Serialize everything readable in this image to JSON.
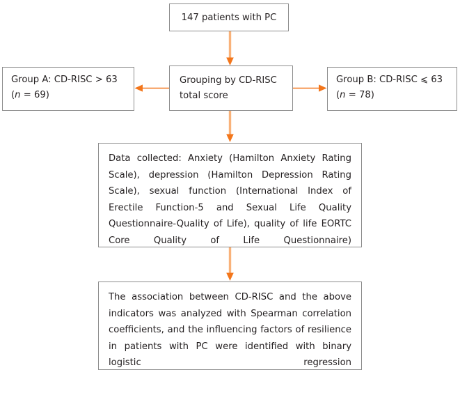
{
  "figure": {
    "type": "flowchart",
    "orientation": "top-to-bottom",
    "colors": {
      "box_border": "#8c8c8c",
      "box_fill": "#ffffff",
      "text": "#231f20",
      "connector_line": "#f9b27a",
      "arrow_head": "#f3761b"
    }
  },
  "nodes": {
    "top": {
      "id": "cohort",
      "text": "147 patients with PC"
    },
    "group_a": {
      "id": "group-a",
      "line1_pre": "Group A: CD-RISC > 63",
      "line2_open": "(",
      "line2_symbol": "n",
      "line2_rest": " = 69)"
    },
    "center": {
      "id": "grouping",
      "line1": "Grouping by CD-RISC",
      "line2": "total score"
    },
    "group_b": {
      "id": "group-b",
      "line1_pre": "Group B: CD-RISC ⩽ 63",
      "line2_open": "(",
      "line2_symbol": "n",
      "line2_rest": " = 78)"
    },
    "data_collected": {
      "id": "data-collected",
      "text": "Data collected: Anxiety (Hamilton Anxiety Rating Scale), depression (Hamilton Depression Rating Scale), sexual function (International Index of Erectile Function-5 and Sexual Life Quality Questionnaire-Quality of Life), quality of life EORTC Core Quality of Life Questionnaire)"
    },
    "analysis": {
      "id": "analysis",
      "text": "The association between CD-RISC and the above indicators was analyzed with Spearman correlation coefficients, and the influencing factors of resilience in patients with PC were identified with binary logistic regression"
    }
  },
  "connectors": [
    {
      "id": "cohort-to-grouping",
      "from": "top",
      "to": "center",
      "direction": "down"
    },
    {
      "id": "grouping-to-group-a",
      "from": "center",
      "to": "group_a",
      "direction": "left"
    },
    {
      "id": "grouping-to-group-b",
      "from": "center",
      "to": "group_b",
      "direction": "right"
    },
    {
      "id": "grouping-to-data",
      "from": "center",
      "to": "data_collected",
      "direction": "down"
    },
    {
      "id": "data-to-analysis",
      "from": "data_collected",
      "to": "analysis",
      "direction": "down"
    }
  ]
}
